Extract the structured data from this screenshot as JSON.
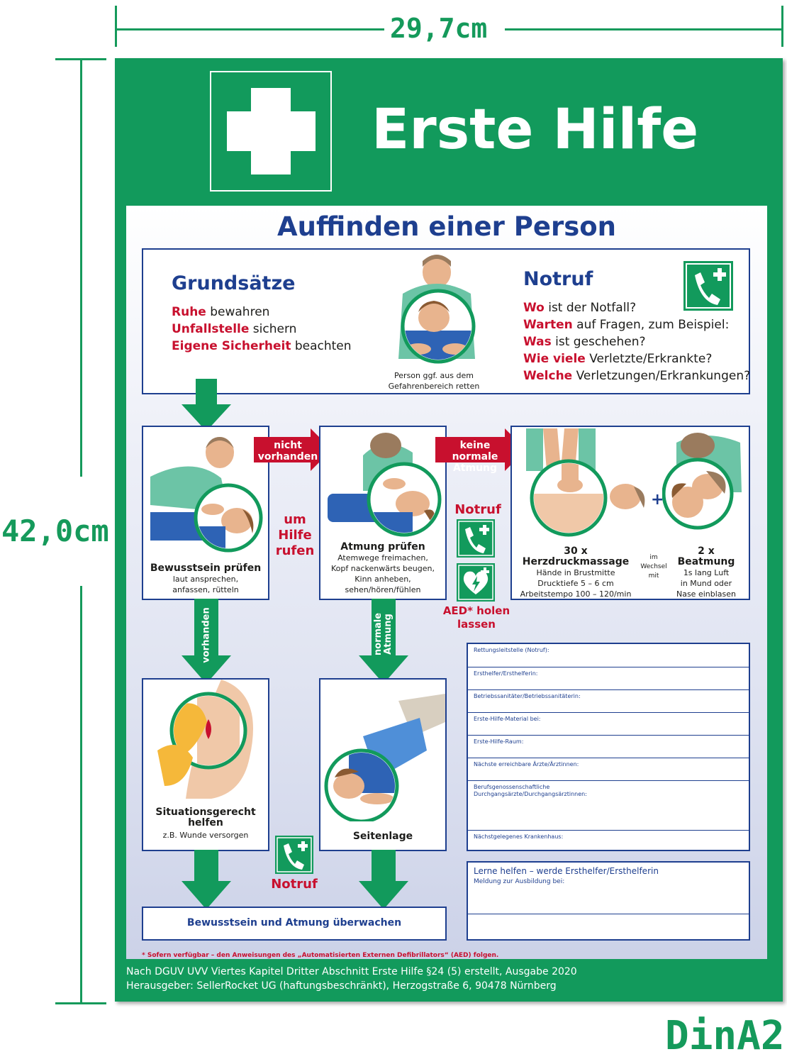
{
  "dimensions": {
    "width": "29,7cm",
    "height": "42,0cm",
    "format": "DinA2"
  },
  "header": {
    "title": "Erste Hilfe"
  },
  "main_heading": "Auffinden einer Person",
  "grundsaetze": {
    "heading": "Grundsätze",
    "lines": [
      {
        "red": "Ruhe",
        "rest": " bewahren"
      },
      {
        "red": "Unfallstelle",
        "rest": " sichern"
      },
      {
        "red": "Eigene Sicherheit",
        "rest": " beachten"
      }
    ]
  },
  "rescue_caption": [
    "Person ggf. aus dem",
    "Gefahrenbereich retten"
  ],
  "notruf": {
    "heading": "Notruf",
    "lines": [
      {
        "red": "Wo",
        "rest": " ist der Notfall?"
      },
      {
        "red": "Warten",
        "rest": " auf Fragen, zum Beispiel:"
      },
      {
        "red": "Was",
        "rest": " ist geschehen?"
      },
      {
        "red": "Wie viele",
        "rest": " Verletzte/Erkrankte?"
      },
      {
        "red": "Welche",
        "rest": " Verletzungen/Erkrankungen?"
      }
    ]
  },
  "steps": {
    "bewusstsein": {
      "title": "Bewusstsein prüfen",
      "lines": [
        "laut ansprechen,",
        "anfassen, rütteln"
      ]
    },
    "atmung": {
      "title": "Atmung prüfen",
      "lines": [
        "Atemwege freimachen,",
        "Kopf nackenwärts beugen,",
        "Kinn anheben,",
        "sehen/hören/fühlen"
      ]
    },
    "herzdruck": {
      "title": "30 x Herzdruckmassage",
      "lines": [
        "Hände in Brustmitte",
        "Drucktiefe 5 – 6 cm",
        "Arbeitstempo 100 – 120/min"
      ]
    },
    "im_wechsel": [
      "im",
      "Wechsel",
      "mit"
    ],
    "beatmung": {
      "title": "2 x Beatmung",
      "lines": [
        "1s lang Luft",
        "in Mund oder",
        "Nase einblasen"
      ]
    },
    "situation": {
      "title": [
        "Situationsgerecht",
        "helfen"
      ],
      "lines": [
        "z.B. Wunde versorgen"
      ]
    },
    "seitenlage": {
      "title": "Seitenlage"
    },
    "ueberwachen": "Bewusstsein und Atmung überwachen"
  },
  "arrows": {
    "nicht_vorhanden": [
      "nicht",
      "vorhanden"
    ],
    "keine_normale_atmung": [
      "keine normale",
      "Atmung"
    ],
    "vorhanden": "vorhanden",
    "normale_atmung": [
      "normale",
      "Atmung"
    ]
  },
  "side_labels": {
    "um_hilfe_rufen": [
      "um",
      "Hilfe",
      "rufen"
    ],
    "notruf_small": "Notruf",
    "aed": [
      "AED* holen",
      "lassen"
    ],
    "notruf_bottom": "Notruf"
  },
  "form_fields": [
    "Rettungsleitstelle (Notruf):",
    "Ersthelfer/Ersthelferin:",
    "Betriebssanitäter/Betriebssanitäterin:",
    "Erste-Hilfe-Material bei:",
    "Erste-Hilfe-Raum:",
    "Nächste erreichbare Ärzte/Ärztinnen:",
    "Berufsgenossenschaftliche",
    "Durchgangsärzte/Durchgangsärztinnen:",
    "Nächstgelegenes Krankenhaus:"
  ],
  "training_box": {
    "title": "Lerne helfen – werde Ersthelfer/Ersthelferin",
    "subtitle": "Meldung zur Ausbildung bei:"
  },
  "footnote": "* Sofern verfügbar – den Anweisungen des „Automatisierten Externen Defibrillators“ (AED) folgen.",
  "footer": [
    "Nach DGUV UVV Viertes Kapitel   Dritter Abschnitt   Erste Hilfe §24 (5) erstellt, Ausgabe 2020",
    "Herausgeber: SellerRocket UG (haftungsbeschränkt), Herzogstraße 6, 90478 Nürnberg"
  ],
  "colors": {
    "green": "#129a5c",
    "navy": "#1e3f8f",
    "red": "#c8102e"
  }
}
